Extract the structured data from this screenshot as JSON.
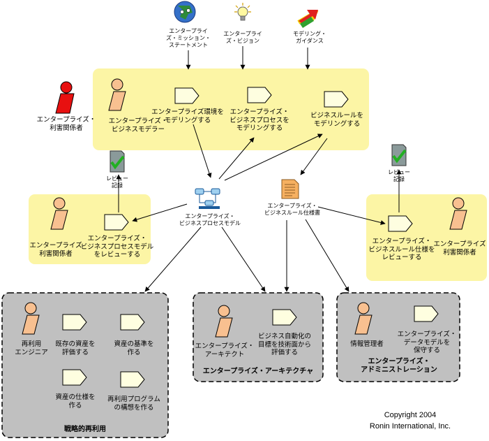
{
  "inputs": {
    "mission": "エンタープライ\nズ・ミッション・\nステートメント",
    "vision": "エンタープライ\nズ・ビジョン",
    "guidance": "モデリング・\nガイダンス"
  },
  "modeling_area": {
    "left_actor": "エンタープライズ・\n利害関係者",
    "modeler": "エンタープライズ・\nビジネスモデラー",
    "task_environment": "エンタープライズ環境を\nモデリングする",
    "task_process": "エンタープライズ・\nビジネスプロセスを\nモデリングする",
    "task_rules": "ビジネスルールを\nモデリングする"
  },
  "artifacts": {
    "review_record_left": "レビュー\n記録",
    "review_record_right": "レビュー\n記録",
    "process_model": "エンタープライズ・\nビジネスプロセスモデル",
    "rule_spec": "エンタープライズ・\nビジネスルール仕様書"
  },
  "review_left": {
    "stakeholder": "エンタープライズ\n利害関係者",
    "task": "エンタープライズ・\nビジネスプロセスモデル\nをレビューする"
  },
  "review_right": {
    "task": "エンタープライズ・\nビジネスルール仕様を\nレビューする",
    "stakeholder": "エンタープライズ\n利害関係者"
  },
  "reuse": {
    "title": "戦略的再利用",
    "role": "再利用\nエンジニア",
    "task_existing": "既存の資産を\n評価する",
    "task_standards": "資産の基準を\n作る",
    "task_spec": "資産の仕様を\n作る",
    "task_program": "再利用プログラム\nの構想を作る"
  },
  "architecture": {
    "title": "エンタープライズ・アーキテクチャ",
    "role": "エンタープライズ・\nアーキテクト",
    "task": "ビジネス自動化の\n目標を技術面から\n評価する"
  },
  "administration": {
    "title": "エンタープライズ・\nアドミニストレーション",
    "role": "情報管理者",
    "task": "エンタープライズ・\nデータモデルを\n保守する"
  },
  "copyright": "Copyright 2004\nRonin International, Inc.",
  "colors": {
    "yellow_panel": "#fcf5a5",
    "gray_panel": "#c0c0c0",
    "person_fill": "#f8c090",
    "task_fill": "#fefee0",
    "stakeholder_red": "#e81010",
    "check_green": "#22b022"
  }
}
